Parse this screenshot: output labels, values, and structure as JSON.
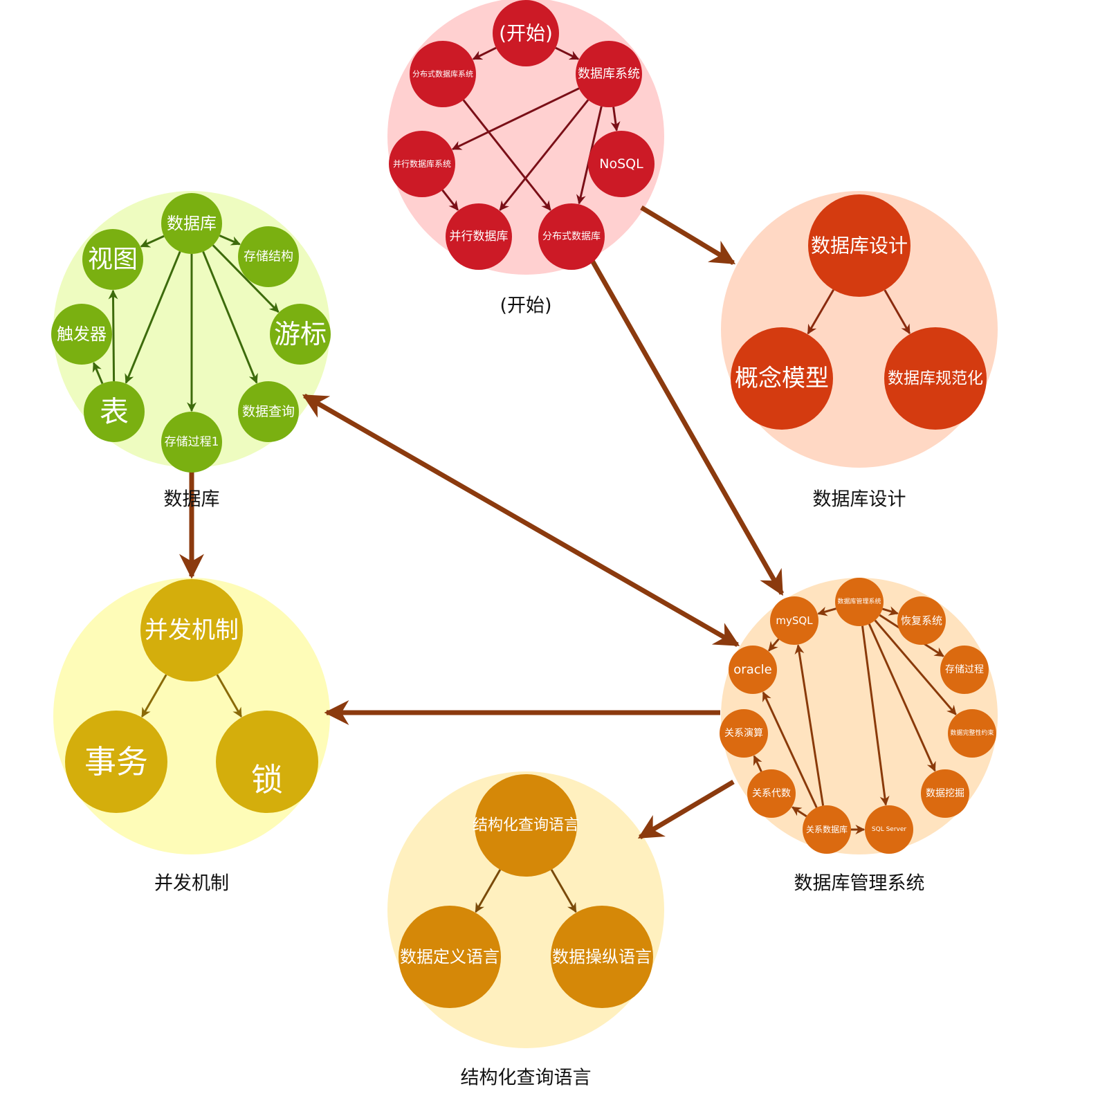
{
  "colors": {
    "inter_arrow": "#8b3a0e",
    "start_bg": "#ffd0d0",
    "start_node": "#cc1a26",
    "start_edge": "#7a0f17",
    "db_bg": "#eefcc0",
    "db_node": "#7ab011",
    "db_edge": "#3d6b0c",
    "design_bg": "#ffd8c4",
    "design_node": "#d43b10",
    "design_edge": "#8a2a0e",
    "conc_bg": "#fefcb8",
    "conc_node": "#d4ae0c",
    "conc_edge": "#8a6a08",
    "dbms_bg": "#ffe3bf",
    "dbms_node": "#db6a10",
    "dbms_edge": "#8a3a0a",
    "sql_bg": "#fff0bf",
    "sql_node": "#d58808",
    "sql_edge": "#7a4a0a"
  },
  "clusters": {
    "start": {
      "caption": "(开始)",
      "nodes": {
        "root": "(开始)",
        "distdbsys": "分布式数据库系统",
        "dbsys": "数据库系统",
        "pardbsys": "并行数据库系统",
        "nosql": "NoSQL",
        "pardb": "并行数据库",
        "distdb": "分布式数据库"
      }
    },
    "db": {
      "caption": "数据库",
      "nodes": {
        "root": "数据库",
        "view": "视图",
        "storage": "存储结构",
        "trigger": "触发器",
        "cursor": "游标",
        "table": "表",
        "proc": "存储过程1",
        "query": "数据查询"
      }
    },
    "design": {
      "caption": "数据库设计",
      "nodes": {
        "root": "数据库设计",
        "concept": "概念模型",
        "normal": "数据库规范化"
      }
    },
    "conc": {
      "caption": "并发机制",
      "nodes": {
        "root": "并发机制",
        "txn": "事务",
        "lock": "锁"
      }
    },
    "dbms": {
      "caption": "数据库管理系统",
      "nodes": {
        "root": "数据库管理系统",
        "mysql": "mySQL",
        "recovery": "恢复系统",
        "oracle": "oracle",
        "proc": "存储过程",
        "relcalc": "关系演算",
        "integrity": "数据完整性约束",
        "relalg": "关系代数",
        "mining": "数据挖掘",
        "reldb": "关系数据库",
        "sqlserver": "SQL Server"
      }
    },
    "sql": {
      "caption": "结构化查询语言",
      "nodes": {
        "root": "结构化查询语言",
        "ddl": "数据定义语言",
        "dml": "数据操纵语言"
      }
    }
  }
}
